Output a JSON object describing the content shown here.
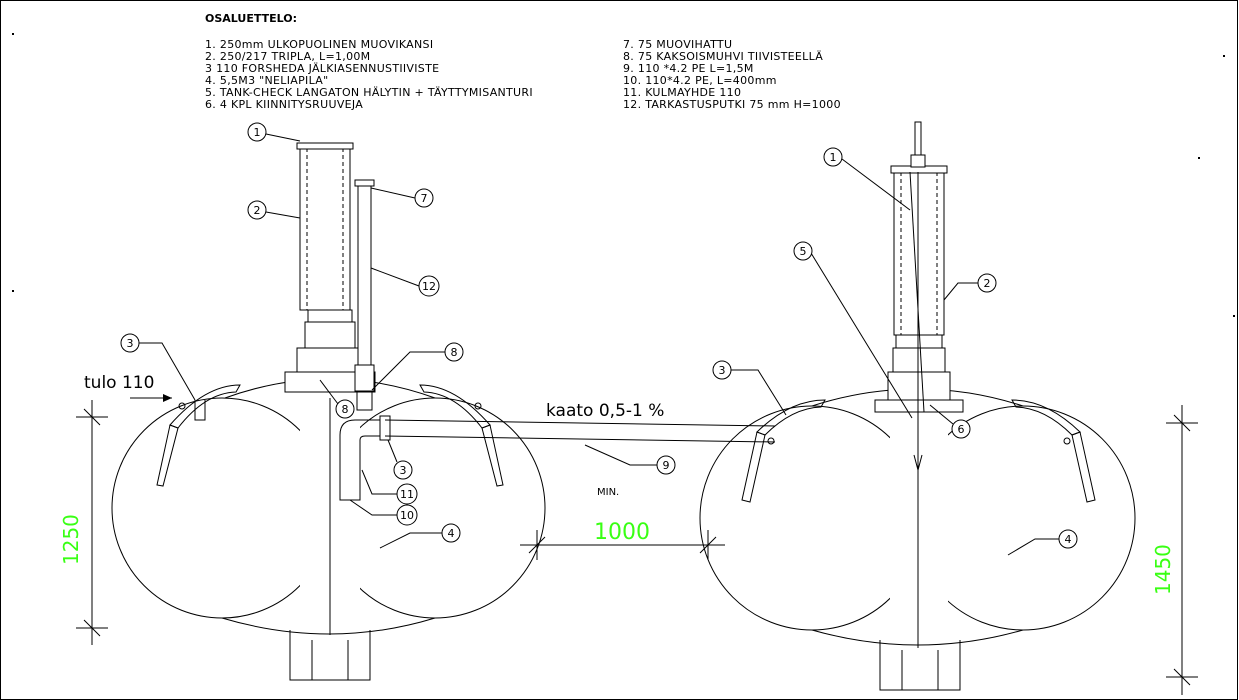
{
  "legend": {
    "title": "OSALUETTELO:",
    "left_items": [
      "1. 250mm ULKOPUOLINEN MUOVIKANSI",
      "2. 250/217 TRIPLA,  L=1,00M",
      "3  110 FORSHEDA JÄLKIASENNUSTIIVISTE",
      "4. 5,5M3 \"NELIAPILA\"",
      "5. TANK-CHECK LANGATON HÄLYTIN + TÄYTTYMISANTURI",
      "6. 4 KPL KIINNITYSRUUVEJA"
    ],
    "right_items": [
      "7.   75 MUOVIHATTU",
      "8.   75 KAKSOISMUHVI TIIVISTEELLÄ",
      "9.   110 *4.2 PE L=1,5M",
      "10.  110*4.2 PE, L=400mm",
      "11.  KULMAYHDE 110",
      "12.  TARKASTUSPUTKI 75 mm H=1000"
    ]
  },
  "labels": {
    "inlet": "tulo 110",
    "slope": "kaato 0,5-1 %",
    "min": "MIN."
  },
  "dimensions": {
    "left_height": "1250",
    "right_height": "1450",
    "spacing": "1000"
  },
  "balloons": {
    "l1": "1",
    "l2": "2",
    "l3": "3",
    "l7": "7",
    "l12": "12",
    "l8a": "8",
    "l8b": "8",
    "l3b": "3",
    "l11": "11",
    "l10": "10",
    "l9": "9",
    "l4": "4",
    "r1": "1",
    "r5": "5",
    "r2": "2",
    "r3": "3",
    "r6": "6",
    "r4": "4"
  },
  "colors": {
    "dimension_text": "#39ff14",
    "line": "#000000",
    "background": "#ffffff"
  }
}
